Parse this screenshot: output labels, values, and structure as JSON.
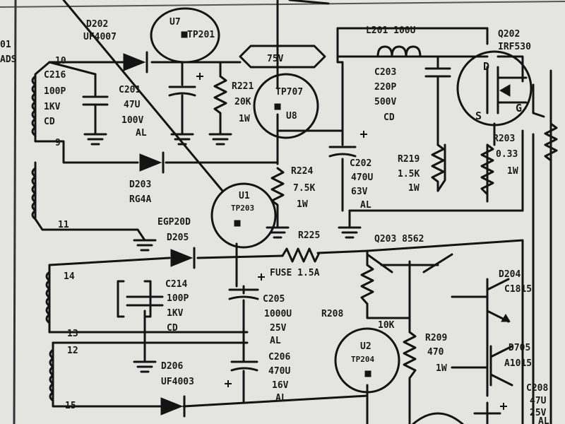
{
  "texts": [
    {
      "id": "d202-top",
      "t": "D202"
    },
    {
      "id": "uf4007-top",
      "t": "UF4007"
    },
    {
      "id": "u7",
      "t": "U7"
    },
    {
      "id": "tp201-u7",
      "t": "TP201"
    },
    {
      "id": "pin10",
      "t": "10"
    },
    {
      "id": "c216",
      "t": "C216"
    },
    {
      "id": "c216-v",
      "t": "100P"
    },
    {
      "id": "c216-kv",
      "t": "1KV"
    },
    {
      "id": "c216-cd",
      "t": "CD"
    },
    {
      "id": "c201",
      "t": "C201"
    },
    {
      "id": "c201-v",
      "t": "47U"
    },
    {
      "id": "c201-kv",
      "t": "100V"
    },
    {
      "id": "c201-al",
      "t": "AL"
    },
    {
      "id": "r221",
      "t": "R221"
    },
    {
      "id": "r221-v",
      "t": "20K"
    },
    {
      "id": "r221-w",
      "t": "1W"
    },
    {
      "id": "u8-tp",
      "t": "TP707"
    },
    {
      "id": "u8",
      "t": "U8"
    },
    {
      "id": "net-75v",
      "t": "75V"
    },
    {
      "id": "l201",
      "t": "L201 100U"
    },
    {
      "id": "c203",
      "t": "C203"
    },
    {
      "id": "c203-v",
      "t": "220P"
    },
    {
      "id": "c203-kv",
      "t": "500V"
    },
    {
      "id": "c203-cd",
      "t": "CD"
    },
    {
      "id": "q202",
      "t": "Q202"
    },
    {
      "id": "q202-p",
      "t": "IRF530"
    },
    {
      "id": "q-d",
      "t": "D"
    },
    {
      "id": "q-s",
      "t": "S"
    },
    {
      "id": "q-g",
      "t": "G"
    },
    {
      "id": "pin9",
      "t": "9"
    },
    {
      "id": "c202",
      "t": "C202"
    },
    {
      "id": "c202-v",
      "t": "470U"
    },
    {
      "id": "c202-kv",
      "t": "63V"
    },
    {
      "id": "c202-al",
      "t": "AL"
    },
    {
      "id": "r219",
      "t": "R219"
    },
    {
      "id": "r219-v",
      "t": "1.5K"
    },
    {
      "id": "r219-w",
      "t": "1W"
    },
    {
      "id": "r203",
      "t": "R203"
    },
    {
      "id": "r203-v",
      "t": "0.33"
    },
    {
      "id": "r203-w",
      "t": "1W"
    },
    {
      "id": "d203",
      "t": "D203"
    },
    {
      "id": "d203-p",
      "t": "RG4A"
    },
    {
      "id": "u1",
      "t": "U1"
    },
    {
      "id": "tp203-u1",
      "t": "TP203"
    },
    {
      "id": "r224",
      "t": "R224"
    },
    {
      "id": "r224-v",
      "t": "7.5K"
    },
    {
      "id": "r224-w",
      "t": "1W"
    },
    {
      "id": "pin11",
      "t": "11"
    },
    {
      "id": "egp",
      "t": "EGP20D"
    },
    {
      "id": "d205",
      "t": "D205"
    },
    {
      "id": "r225",
      "t": "R225"
    },
    {
      "id": "q203",
      "t": "Q203 8562"
    },
    {
      "id": "pin14",
      "t": "14"
    },
    {
      "id": "c214",
      "t": "C214"
    },
    {
      "id": "c214-v",
      "t": "100P"
    },
    {
      "id": "c214-kv",
      "t": "1KV"
    },
    {
      "id": "c214-cd",
      "t": "CD"
    },
    {
      "id": "fuse",
      "t": "FUSE 1.5A"
    },
    {
      "id": "c205",
      "t": "C205"
    },
    {
      "id": "c205-v",
      "t": "1000U"
    },
    {
      "id": "c205-kv",
      "t": "25V"
    },
    {
      "id": "c205-al",
      "t": "AL"
    },
    {
      "id": "r208",
      "t": "R208"
    },
    {
      "id": "r208-v",
      "t": "10K"
    },
    {
      "id": "d204",
      "t": "D204"
    },
    {
      "id": "d204-p",
      "t": "C1815"
    },
    {
      "id": "pin13",
      "t": "13"
    },
    {
      "id": "pin12",
      "t": "12"
    },
    {
      "id": "u2",
      "t": "U2"
    },
    {
      "id": "tp204-u2",
      "t": "TP204"
    },
    {
      "id": "r209",
      "t": "R209"
    },
    {
      "id": "r209-v",
      "t": "470"
    },
    {
      "id": "r209-w",
      "t": "1W"
    },
    {
      "id": "d705",
      "t": "D705"
    },
    {
      "id": "d705-p",
      "t": "A1015"
    },
    {
      "id": "d206",
      "t": "D206"
    },
    {
      "id": "uf4003",
      "t": "UF4003"
    },
    {
      "id": "c206",
      "t": "C206"
    },
    {
      "id": "c206-v",
      "t": "470U"
    },
    {
      "id": "c206-kv",
      "t": "16V"
    },
    {
      "id": "c206-al",
      "t": "AL"
    },
    {
      "id": "c208",
      "t": "C208"
    },
    {
      "id": "c208-v",
      "t": "47U"
    },
    {
      "id": "c208-kv",
      "t": "25V"
    },
    {
      "id": "c208-al",
      "t": "AL"
    },
    {
      "id": "pin15",
      "t": "15"
    },
    {
      "id": "edge-01",
      "t": "01"
    },
    {
      "id": "edge-ads",
      "t": "ADS"
    }
  ]
}
